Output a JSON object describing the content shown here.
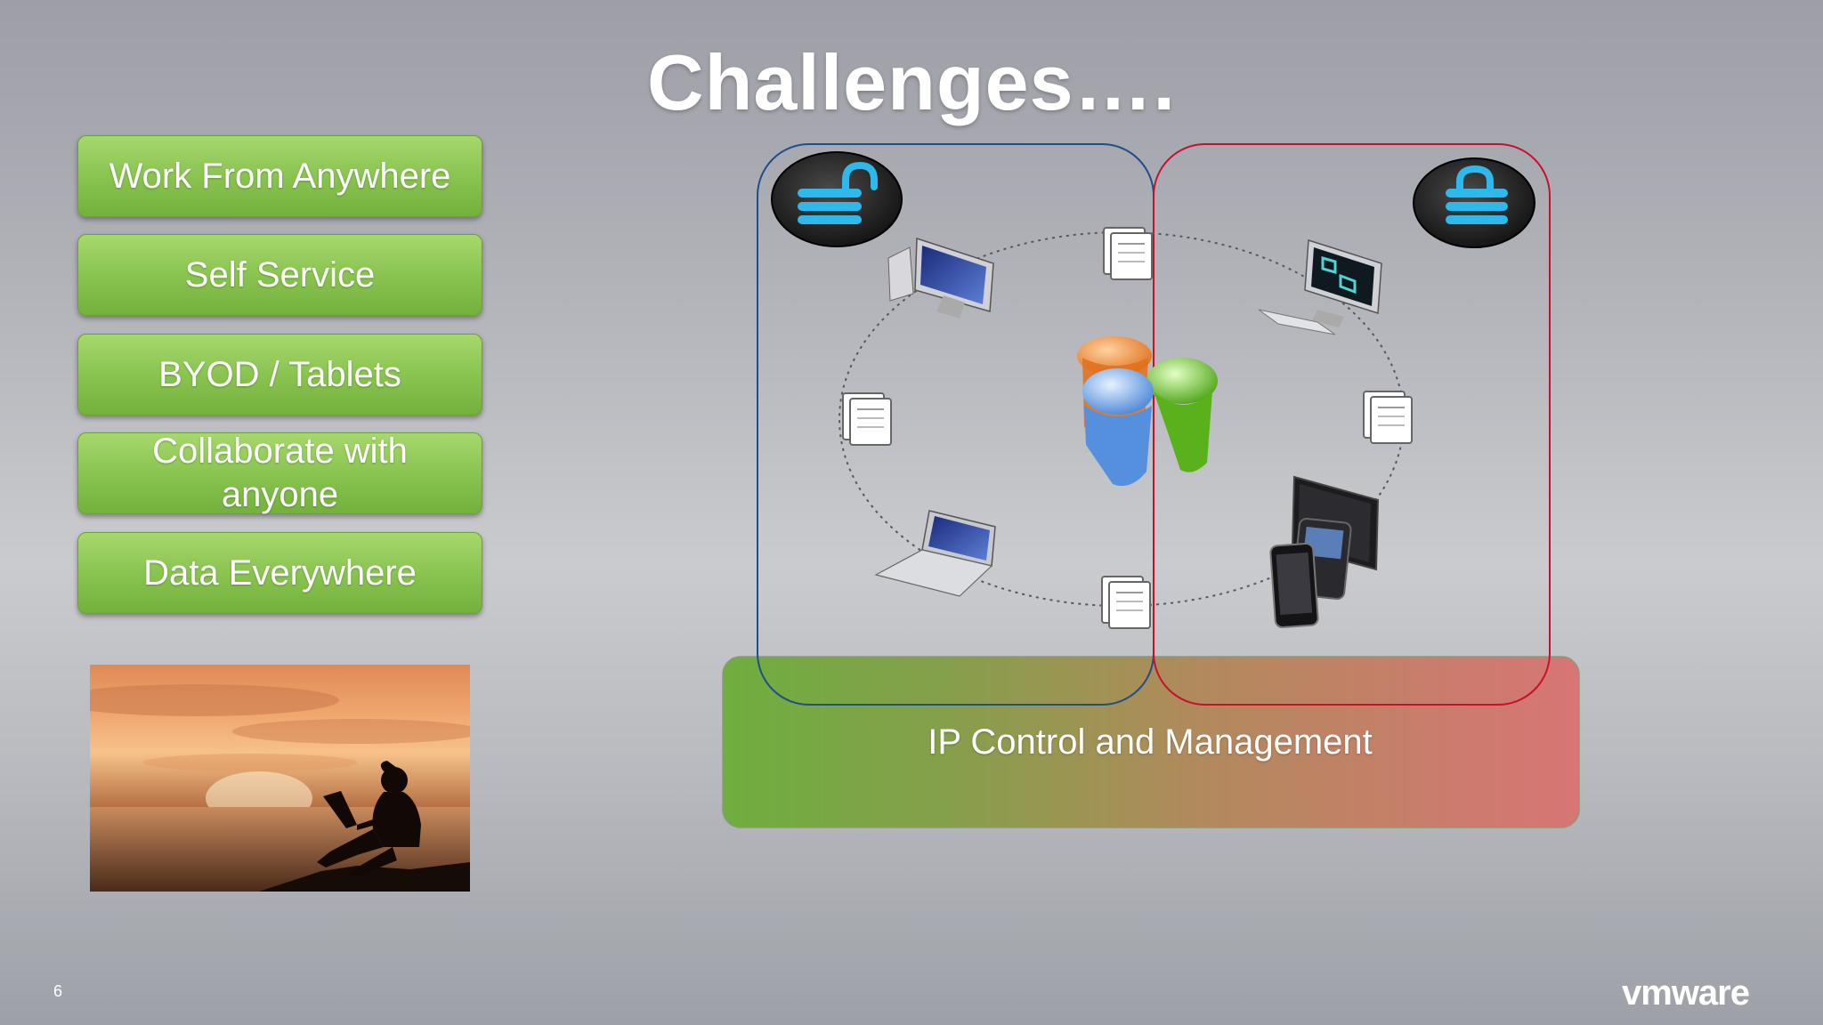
{
  "slide": {
    "title": "Challenges….",
    "number": "6",
    "logo_text": "vmware"
  },
  "challenges": [
    "Work From Anywhere",
    "Self Service",
    "BYOD / Tablets",
    "Collaborate with anyone",
    "Data Everywhere"
  ],
  "diagram": {
    "bar_label": "IP Control and Management",
    "left_region": {
      "border_color": "#1f4e8c",
      "lock_icon": "unlocked-lock-icon"
    },
    "right_region": {
      "border_color": "#c8102e",
      "lock_icon": "locked-lock-icon"
    },
    "bar_gradient": [
      "#6fae3f",
      "#d47a7a"
    ],
    "devices": [
      "desktop-pc-icon",
      "workstation-icon",
      "laptop-icon",
      "mobile-devices-icon"
    ],
    "documents": [
      "document-icon",
      "document-icon",
      "document-icon",
      "document-icon"
    ],
    "users_icon": "users-group-icon"
  },
  "colors": {
    "button_green": "#8cc653",
    "text_white": "#ffffff"
  }
}
